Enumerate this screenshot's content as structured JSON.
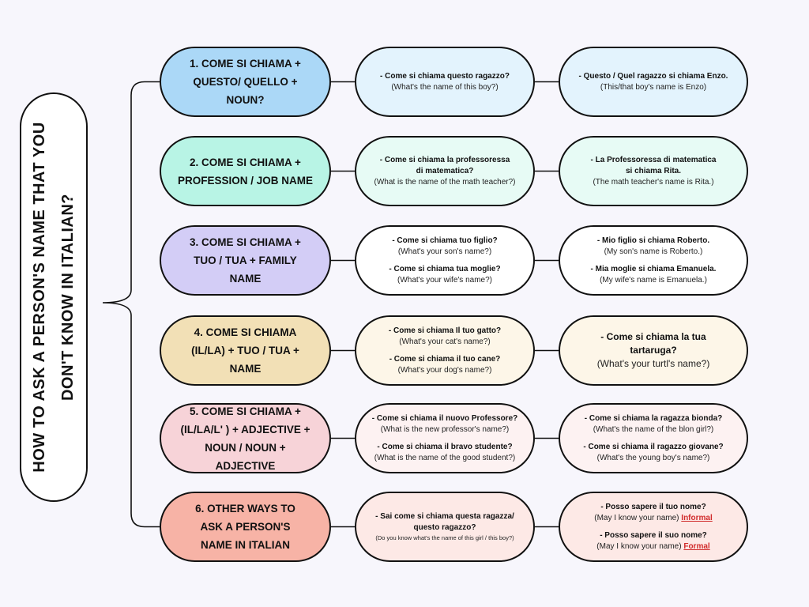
{
  "title": "HOW TO ASK A PERSON'S NAME THAT YOU DON'T KNOW IN ITALIAN?",
  "colors": {
    "background": "#f7f6fc",
    "outline": "#111111",
    "tag_red": "#d12c2c"
  },
  "rows": [
    {
      "category": "1. COME SI CHIAMA +\nQUESTO/ QUELLO +\nNOUN?",
      "cat_color": "#abd8f7",
      "box_color": "#e3f3fd",
      "example": [
        {
          "bold": "- Come si chiama questo ragazzo?",
          "text": "(What's the name of this boy?)"
        }
      ],
      "answer": [
        {
          "bold": "- Questo / Quel ragazzo si chiama Enzo.",
          "text": "(This/that boy's name is Enzo)"
        }
      ]
    },
    {
      "category": "2. COME SI CHIAMA +\nPROFESSION / JOB NAME",
      "cat_color": "#b8f4e5",
      "box_color": "#e7fbf5",
      "example": [
        {
          "bold": "- Come si chiama la professoressa\ndi matematica?",
          "text": "(What is the name of the math teacher?)"
        }
      ],
      "answer": [
        {
          "bold": "- La Professoressa di matematica\nsi chiama Rita.",
          "text": "(The math teacher's name is Rita.)"
        }
      ]
    },
    {
      "category": "3. COME SI CHIAMA +\nTUO / TUA + FAMILY\nNAME",
      "cat_color": "#d3cdf6",
      "box_color": "#ffffff",
      "example": [
        {
          "bold": "- Come si chiama tuo figlio?",
          "text": "(What's your son's name?)"
        },
        {
          "bold": "- Come si chiama tua moglie?",
          "text": "(What's your wife's name?)"
        }
      ],
      "answer": [
        {
          "bold": "- Mio figlio si chiama Roberto.",
          "text": "(My son's name is Roberto.)"
        },
        {
          "bold": "- Mia moglie si chiama Emanuela.",
          "text": "(My wife's name is Emanuela.)"
        }
      ]
    },
    {
      "category": "4. COME SI CHIAMA\n(IL/LA) + TUO / TUA +\nNAME",
      "cat_color": "#f2e0b6",
      "box_color": "#fdf6e8",
      "example": [
        {
          "bold": "- Come si chiama Il tuo gatto?",
          "text": "(What's your cat's name?)"
        },
        {
          "bold": "- Come si chiama il tuo cane?",
          "text": "(What's your dog's name?)"
        }
      ],
      "answer": [
        {
          "bold": "- Come si chiama la tua\ntartaruga?",
          "text": "(What's your turtl's name?)"
        }
      ]
    },
    {
      "category": "5. COME SI CHIAMA +\n(IL/LA/L' ) + ADJECTIVE +\nNOUN / NOUN +\nADJECTIVE",
      "cat_color": "#f7d3d8",
      "box_color": "#fdf2f2",
      "example": [
        {
          "bold": "- Come si chiama il nuovo Professore?",
          "text": "(What is the new professor's name?)"
        },
        {
          "bold": "- Come si chiama il bravo studente?",
          "text": "(What is the name of the good student?)"
        }
      ],
      "answer": [
        {
          "bold": "- Come si chiama la ragazza bionda?",
          "text": "(What's the name of the blon girl?)"
        },
        {
          "bold": "- Come si chiama il ragazzo giovane?",
          "text": "(What's the young boy's name?)"
        }
      ]
    },
    {
      "category": "6. OTHER WAYS TO\nASK A PERSON'S\nNAME IN ITALIAN",
      "cat_color": "#f7b3a6",
      "box_color": "#fde9e6",
      "example": [
        {
          "bold": "- Sai come si chiama questa ragazza/\nquesto ragazzo?",
          "text": "(Do you know what's the name of this girl / this boy?)"
        }
      ],
      "answer": [
        {
          "bold": "- Posso sapere il tuo nome?",
          "text": "(May I know your name) ",
          "tag": "Informal"
        },
        {
          "bold": "- Posso sapere il suo nome?",
          "text": "(May I know your name) ",
          "tag": "Formal"
        }
      ]
    }
  ]
}
